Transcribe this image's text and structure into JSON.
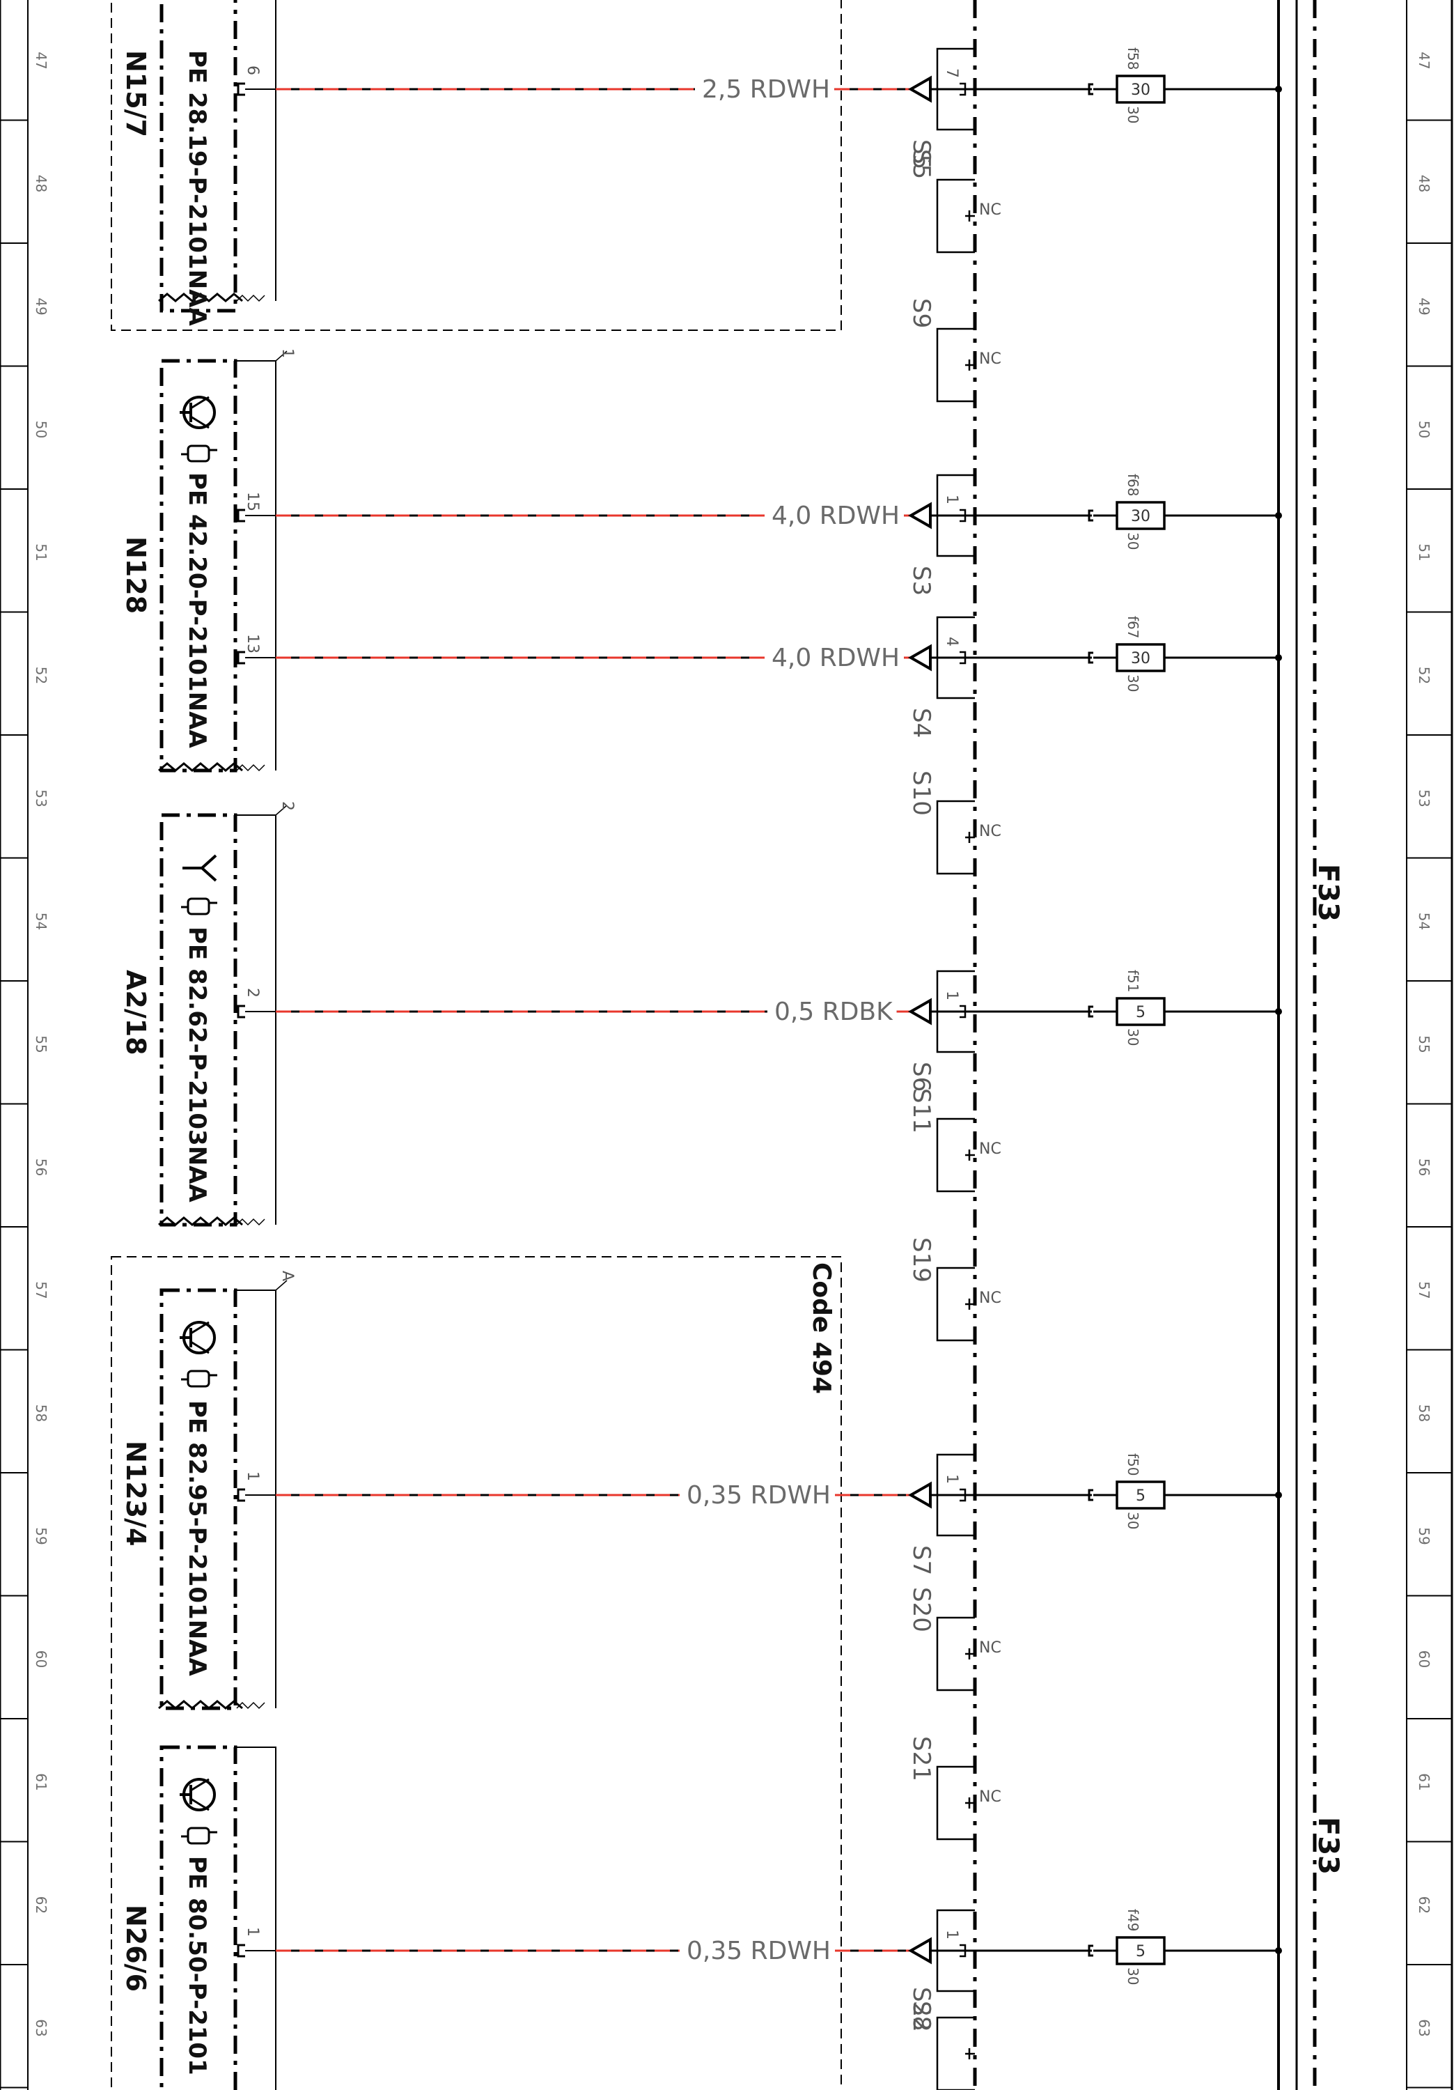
{
  "grid": {
    "rows": [
      "47",
      "48",
      "49",
      "50",
      "51",
      "52",
      "53",
      "54",
      "55",
      "56",
      "57",
      "58",
      "59",
      "60",
      "61",
      "62",
      "63"
    ]
  },
  "frame": {
    "fuse_block_label": "F33",
    "fuse_block_label_2": "F33"
  },
  "code_label": "Code 494",
  "components": [
    {
      "id": "N15/7",
      "doc": "PE 28.19-P-2101NAA",
      "corner": "",
      "icon": "none"
    },
    {
      "id": "N128",
      "doc": "PE 42.20-P-2101NAA",
      "corner": "1",
      "icon": "transistor-icon"
    },
    {
      "id": "A2/18",
      "doc": "PE 82.62-P-2103NAA",
      "corner": "2",
      "icon": "antenna-icon"
    },
    {
      "id": "N123/4",
      "doc": "PE 82.95-P-2101NAA",
      "corner": "A",
      "icon": "transistor-icon"
    },
    {
      "id": "N26/6",
      "doc": "PE 80.50-P-2101",
      "corner": "",
      "icon": "transistor-icon"
    }
  ],
  "circuits": [
    {
      "component_pin": "6",
      "wire": "2,5 RDWH",
      "slot": "S5",
      "slot_pin": "7",
      "fuse": "f58",
      "rating": "30",
      "terminal": "30"
    },
    {
      "component_pin": "15",
      "wire": "4,0 RDWH",
      "slot": "S3",
      "slot_pin": "1",
      "fuse": "f68",
      "rating": "30",
      "terminal": "30"
    },
    {
      "component_pin": "13",
      "wire": "4,0 RDWH",
      "slot": "S4",
      "slot_pin": "4",
      "fuse": "f67",
      "rating": "30",
      "terminal": "30"
    },
    {
      "component_pin": "2",
      "wire": "0,5 RDBK",
      "slot": "S6",
      "slot_pin": "1",
      "fuse": "f51",
      "rating": "5",
      "terminal": "30"
    },
    {
      "component_pin": "1",
      "wire": "0,35 RDWH",
      "slot": "S7",
      "slot_pin": "1",
      "fuse": "f50",
      "rating": "5",
      "terminal": "30"
    },
    {
      "component_pin": "1",
      "wire": "0,35 RDWH",
      "slot": "S8",
      "slot_pin": "1",
      "fuse": "f49",
      "rating": "5",
      "terminal": "30"
    }
  ],
  "unused_slots": [
    {
      "slot": "S5",
      "status": "NC"
    },
    {
      "slot": "S9",
      "status": "NC"
    },
    {
      "slot": "S10",
      "status": "NC"
    },
    {
      "slot": "S11",
      "status": "NC"
    },
    {
      "slot": "S19",
      "status": "NC"
    },
    {
      "slot": "S20",
      "status": "NC"
    },
    {
      "slot": "S21",
      "status": "NC"
    },
    {
      "slot": "S22",
      "status": ""
    }
  ],
  "colors": {
    "wire_red": "#e8372c",
    "wire_black": "#000000"
  }
}
